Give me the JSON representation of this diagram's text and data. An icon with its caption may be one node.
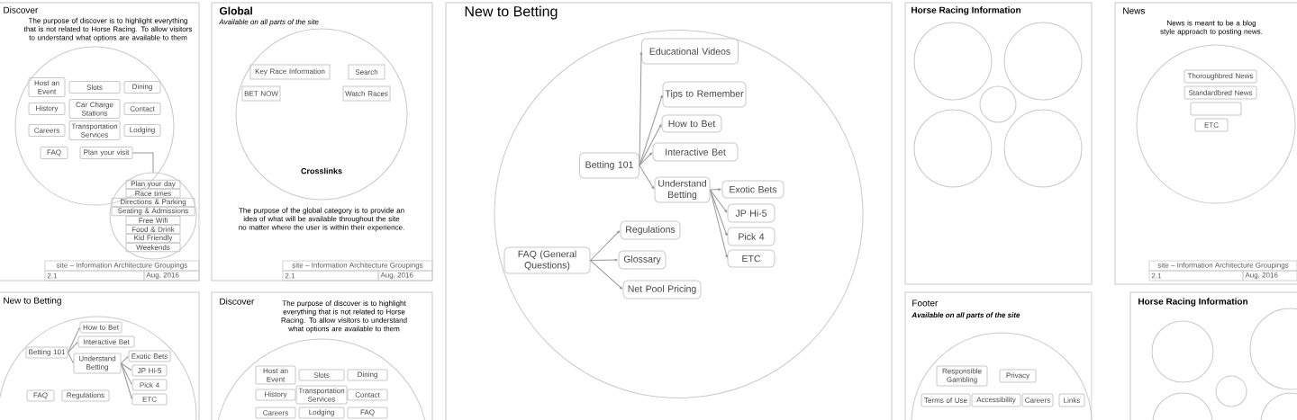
{
  "diagram": {
    "nodes": [
      {
        "text": [
          "Discover",
          "The purpose of discover is to highlight everything that is not related to Horse Racing. To allow visitors to understand what options are available to them"
        ]
      },
      {
        "text": [],
        "shape": "circle",
        "in": 0
      },
      {
        "text": [
          "Host an Event"
        ],
        "in": 1
      },
      {
        "text": [
          "Slots"
        ],
        "in": 1
      },
      {
        "text": [
          "Dining"
        ],
        "in": 1
      },
      {
        "text": [
          "History"
        ],
        "in": 1
      },
      {
        "text": [
          "Car Charge Stations"
        ],
        "in": 1
      },
      {
        "text": [
          "Contact"
        ],
        "in": 1
      },
      {
        "text": [
          "Careers"
        ],
        "in": 1
      },
      {
        "text": [
          "Transportation Services"
        ],
        "in": 1
      },
      {
        "text": [
          "Lodging"
        ],
        "in": 1
      },
      {
        "text": [
          "FAQ"
        ],
        "in": 1
      },
      {
        "text": [
          "Plan your visit"
        ],
        "in": 1
      },
      {
        "text": [],
        "shape": "circle",
        "in": 0
      },
      {
        "text": [
          "Plan your day"
        ],
        "in": 13
      },
      {
        "text": [
          "Race times"
        ],
        "in": 13
      },
      {
        "text": [
          "Directions & Parking"
        ],
        "in": 13
      },
      {
        "text": [
          "Seating & Admissions"
        ],
        "in": 13
      },
      {
        "text": [
          "Free Wifi"
        ],
        "in": 13
      },
      {
        "text": [
          "Food & Drink"
        ],
        "in": 13
      },
      {
        "text": [
          "Kid Friendly"
        ],
        "in": 13
      },
      {
        "text": [
          "Weekends"
        ],
        "in": 13
      },
      {
        "text": [
          "Global",
          "Available on all parts of the site",
          "The purpose of the global category is to provide an idea of what will be available throughout the site no matter where the user is within their experience."
        ]
      },
      {
        "text": [],
        "shape": "circle",
        "in": 22
      },
      {
        "text": [
          "Key Race Information"
        ],
        "in": 23
      },
      {
        "text": [
          "Search"
        ],
        "in": 23
      },
      {
        "text": [
          "BET NOW"
        ],
        "in": 23
      },
      {
        "text": [
          "Watch Races"
        ],
        "in": 23
      },
      {
        "text": [
          "New to Betting"
        ]
      },
      {
        "text": [],
        "shape": "circle",
        "in": 28
      },
      {
        "text": [
          "Educational Videos"
        ],
        "in": 29
      },
      {
        "text": [
          "Tips to Remember"
        ],
        "in": 29
      },
      {
        "text": [
          "How to Bet"
        ],
        "in": 29
      },
      {
        "text": [
          "Interactive Bet"
        ],
        "in": 29
      },
      {
        "text": [
          "Betting 101"
        ],
        "in": 29
      },
      {
        "text": [
          "Understand Betting"
        ],
        "in": 29
      },
      {
        "text": [
          "Exotic Bets"
        ],
        "in": 29
      },
      {
        "text": [
          "JP Hi-5"
        ],
        "in": 29
      },
      {
        "text": [
          "Pick 4"
        ],
        "in": 29
      },
      {
        "text": [
          "ETC"
        ],
        "in": 29
      },
      {
        "text": [
          "FAQ (General Questions)"
        ],
        "in": 29
      },
      {
        "text": [
          "Regulations"
        ],
        "in": 29
      },
      {
        "text": [
          "Glossary"
        ],
        "in": 29
      },
      {
        "text": [
          "Net Pool Pricing"
        ],
        "in": 29
      },
      {
        "text": [
          "Horse Racing Information"
        ]
      },
      {
        "text": [],
        "shape": "circle",
        "in": 44
      },
      {
        "text": [],
        "shape": "circle",
        "in": 44
      },
      {
        "text": [],
        "shape": "circle",
        "in": 44
      },
      {
        "text": [],
        "shape": "circle",
        "in": 44
      },
      {
        "text": [],
        "shape": "circle",
        "in": 44
      },
      {
        "text": [
          "News",
          "News is meant to be a blog style approach to posting news."
        ]
      },
      {
        "text": [],
        "shape": "circle",
        "in": 50
      },
      {
        "text": [
          "Thoroughbred News"
        ],
        "in": 51
      },
      {
        "text": [
          "Standardbred News"
        ],
        "in": 51
      },
      {
        "text": [],
        "shape": "box",
        "in": 51
      },
      {
        "text": [
          "ETC"
        ],
        "in": 51
      },
      {
        "text": [
          "New to Betting"
        ]
      },
      {
        "text": [],
        "shape": "circle",
        "in": 56
      },
      {
        "text": [
          "How to Bet"
        ],
        "in": 57
      },
      {
        "text": [
          "Interactive Bet"
        ],
        "in": 57
      },
      {
        "text": [
          "Betting 101"
        ],
        "in": 57
      },
      {
        "text": [
          "Understand Betting"
        ],
        "in": 57
      },
      {
        "text": [
          "Exotic Bets"
        ],
        "in": 57
      },
      {
        "text": [
          "JP Hi-5"
        ],
        "in": 57
      },
      {
        "text": [
          "Pick 4"
        ],
        "in": 57
      },
      {
        "text": [
          "ETC"
        ],
        "in": 57
      },
      {
        "text": [
          "FAQ"
        ],
        "in": 57
      },
      {
        "text": [
          "Regulations"
        ],
        "in": 57
      },
      {
        "text": [
          "Discover",
          "The purpose of discover is to highlight everything that is not related to Horse Racing. To allow visitors to understand what options are available to them"
        ]
      },
      {
        "text": [],
        "shape": "circle",
        "in": 68
      },
      {
        "text": [
          "Host an Event"
        ],
        "in": 69
      },
      {
        "text": [
          "Slots"
        ],
        "in": 69
      },
      {
        "text": [
          "Dining"
        ],
        "in": 69
      },
      {
        "text": [
          "History"
        ],
        "in": 69
      },
      {
        "text": [
          "Transportation Services"
        ],
        "in": 69
      },
      {
        "text": [
          "Contact"
        ],
        "in": 69
      },
      {
        "text": [
          "Careers"
        ],
        "in": 69
      },
      {
        "text": [
          "Lodging"
        ],
        "in": 69
      },
      {
        "text": [
          "FAQ"
        ],
        "in": 69
      },
      {
        "text": [
          "Footer",
          "Available on all parts of the site"
        ]
      },
      {
        "text": [],
        "shape": "circle",
        "in": 79
      },
      {
        "text": [
          "Responsible Gambling"
        ],
        "in": 80
      },
      {
        "text": [
          "Privacy"
        ],
        "in": 80
      },
      {
        "text": [
          "Terms of Use"
        ],
        "in": 80
      },
      {
        "text": [
          "Accessibility"
        ],
        "in": 80
      },
      {
        "text": [
          "Careers"
        ],
        "in": 80
      },
      {
        "text": [
          "Links"
        ],
        "in": 80
      },
      {
        "text": [
          "Horse Racing Information"
        ]
      },
      {
        "text": [],
        "shape": "circle",
        "in": 87
      },
      {
        "text": [],
        "shape": "circle",
        "in": 87
      },
      {
        "text": [],
        "shape": "circle",
        "in": 87
      },
      {
        "text": [],
        "shape": "circle",
        "in": 87
      },
      {
        "text": [],
        "shape": "circle",
        "in": 87
      }
    ],
    "edges": [
      {
        "from": 12,
        "to": 13,
        "arrow": "none"
      },
      {
        "from": 34,
        "to": 30,
        "arrow": "to"
      },
      {
        "from": 34,
        "to": 31,
        "arrow": "to"
      },
      {
        "from": 34,
        "to": 32,
        "arrow": "to"
      },
      {
        "from": 34,
        "to": 33,
        "arrow": "to"
      },
      {
        "from": 34,
        "to": 35,
        "arrow": "to"
      },
      {
        "from": 35,
        "to": 36,
        "arrow": "to"
      },
      {
        "from": 35,
        "to": 37,
        "arrow": "to"
      },
      {
        "from": 35,
        "to": 38,
        "arrow": "to"
      },
      {
        "from": 35,
        "to": 39,
        "arrow": "to"
      },
      {
        "from": 40,
        "to": 41,
        "arrow": "to"
      },
      {
        "from": 40,
        "to": 42,
        "arrow": "to"
      },
      {
        "from": 40,
        "to": 43,
        "arrow": "to"
      },
      {
        "from": 60,
        "to": 58,
        "arrow": "to"
      },
      {
        "from": 60,
        "to": 59,
        "arrow": "to"
      },
      {
        "from": 60,
        "to": 61,
        "arrow": "to"
      },
      {
        "from": 61,
        "to": 62,
        "arrow": "to"
      },
      {
        "from": 61,
        "to": 63,
        "arrow": "to"
      },
      {
        "from": 61,
        "to": 64,
        "arrow": "to"
      },
      {
        "from": 61,
        "to": 65,
        "arrow": "to"
      }
    ],
    "labels": [
      "site – Information Architecture Groupings",
      "2.1",
      "Aug, 2016",
      "Crosslinks",
      "site – Information Architecture Groupings",
      "2.1",
      "Aug, 2016",
      "site – Information Architecture Groupings",
      "2.1",
      "Aug, 2016"
    ]
  }
}
